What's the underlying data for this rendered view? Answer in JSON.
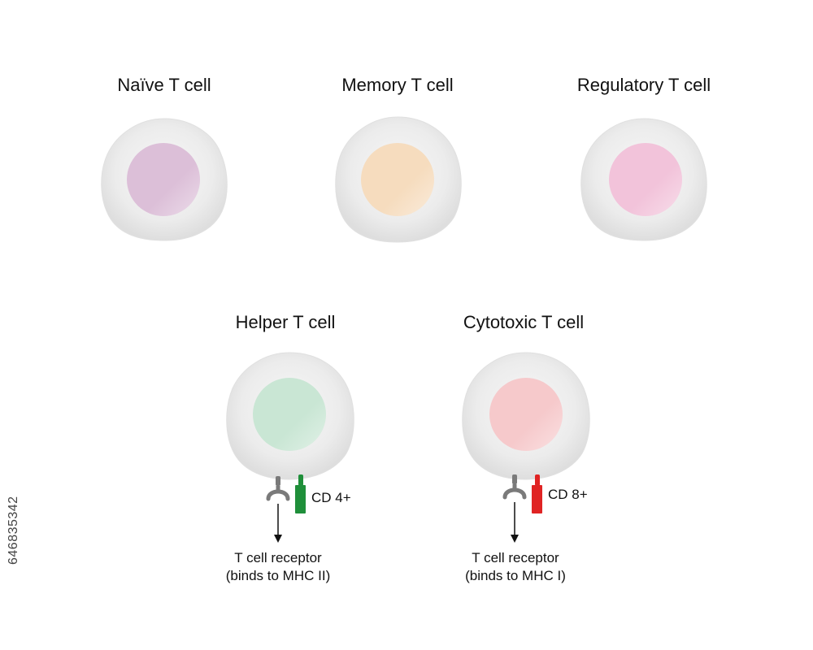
{
  "diagram": {
    "cells": [
      {
        "id": "naive",
        "title": "Naïve T cell",
        "nucleus_color": "#dcbfd8"
      },
      {
        "id": "memory",
        "title": "Memory T cell",
        "nucleus_color": "#f6dcbe"
      },
      {
        "id": "regulatory",
        "title": "Regulatory T cell",
        "nucleus_color": "#f2c3da"
      },
      {
        "id": "helper",
        "title": "Helper T cell",
        "nucleus_color": "#c9e6d4",
        "marker_label": "CD 4+",
        "marker_color": "#1f8f3a",
        "receptor_label_line1": "T cell receptor",
        "receptor_label_line2": "(binds to MHC II)"
      },
      {
        "id": "cytotoxic",
        "title": "Cytotoxic T cell",
        "nucleus_color": "#f6c9cb",
        "marker_label": "CD 8+",
        "marker_color": "#e02424",
        "receptor_label_line1": "T cell receptor",
        "receptor_label_line2": "(binds to MHC I)"
      }
    ],
    "receptor_color": "#7a7a7a",
    "membrane_color": "#e9e9e9"
  },
  "watermark_id": "646835342"
}
